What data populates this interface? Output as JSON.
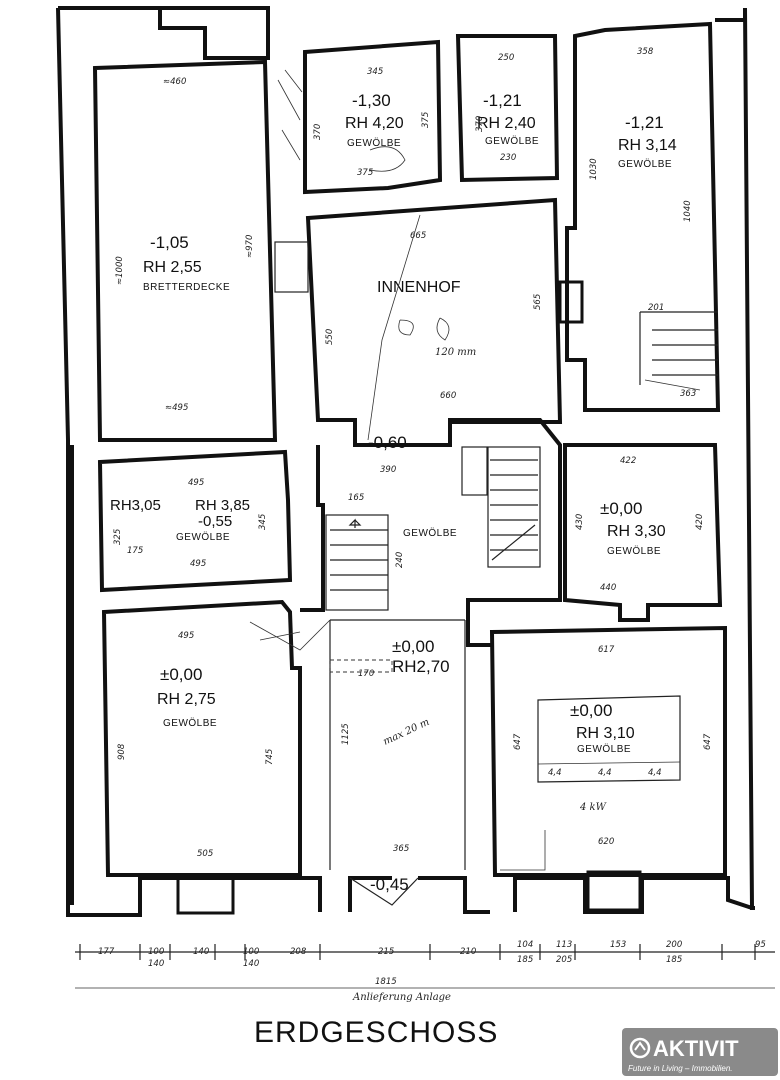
{
  "title": "ERDGESCHOSS",
  "annotation": "Anlieferung Anlage",
  "total_width": "1815",
  "bottom_dimensions_top": [
    "177",
    "100",
    "140",
    "100",
    "208",
    "215",
    "210",
    "104",
    "113",
    "153",
    "200",
    "95"
  ],
  "bottom_dimensions_bottom": [
    "140",
    "140",
    "185",
    "205",
    "185"
  ],
  "rooms": {
    "nw_room": {
      "level": "-1,05",
      "rh": "RH 2,55",
      "ceiling": "BRETTERDECKE",
      "dims": [
        "≈460",
        "≈495",
        "≈1000",
        "≈970"
      ]
    },
    "n_room_a": {
      "level": "-1,30",
      "rh": "RH 4,20",
      "ceiling": "GEWÖLBE",
      "dims": [
        "345",
        "375",
        "370",
        "375"
      ]
    },
    "n_room_b": {
      "level": "-1,21",
      "rh": "RH 2,40",
      "ceiling": "GEWÖLBE",
      "dims": [
        "250",
        "230",
        "370"
      ]
    },
    "ne_room": {
      "level": "-1,21",
      "rh": "RH 3,14",
      "ceiling": "GEWÖLBE",
      "dims": [
        "358",
        "1030",
        "1040",
        "201",
        "363"
      ]
    },
    "courtyard": {
      "label": "INNENHOF",
      "dims": [
        "665",
        "550",
        "565",
        "660",
        "120"
      ],
      "note": "120 mm"
    },
    "corridor": {
      "level": "-0,60",
      "dims": [
        "390",
        "165",
        "240"
      ],
      "ceiling": "GEWÖLBE"
    },
    "w_small": {
      "level_left": "RH3,05",
      "rh": "RH 3,85",
      "level": "-0,55",
      "ceiling": "GEWÖLBE",
      "dims": [
        "495",
        "495",
        "325",
        "345",
        "175"
      ]
    },
    "e_mid": {
      "level": "±0,00",
      "rh": "RH 3,30",
      "ceiling": "GEWÖLBE",
      "dims": [
        "422",
        "430",
        "420",
        "440"
      ]
    },
    "sw_room": {
      "level": "±0,00",
      "rh": "RH 2,75",
      "ceiling": "GEWÖLBE",
      "dims": [
        "495",
        "505",
        "908",
        "745"
      ]
    },
    "entrance": {
      "level": "±0,00",
      "rh": "RH2,70",
      "dims": [
        "1125",
        "365",
        "170"
      ],
      "note": "max 20 m",
      "exit": "-0,45"
    },
    "se_room": {
      "level": "±0,00",
      "rh": "RH 3,10",
      "ceiling": "GEWÖLBE",
      "dims": [
        "617",
        "620",
        "647",
        "647"
      ],
      "power": "4 kW",
      "sockets": [
        "4,4",
        "4,4",
        "4,4"
      ]
    }
  },
  "logo": {
    "name": "AKTIVIT",
    "tagline": "Future in Living – Immobilien."
  },
  "colors": {
    "ink": "#111111",
    "paper": "#ffffff",
    "logo_bg": "#8a8a8a"
  }
}
